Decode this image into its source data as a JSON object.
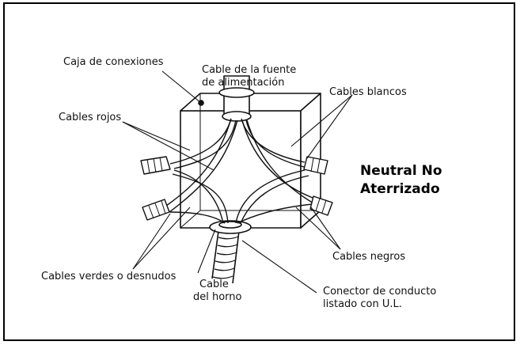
{
  "title": {
    "line1": "Neutral No",
    "line2": "Aterrizado"
  },
  "labels": {
    "junction_box": "Caja de conexiones",
    "supply_cable_line1": "Cable de la fuente",
    "supply_cable_line2": "de alimentación",
    "white_wires": "Cables blancos",
    "red_wires": "Cables rojos",
    "black_wires": "Cables negros",
    "green_bare_wires": "Cables verdes o desnudos",
    "oven_cable_line1": "Cable",
    "oven_cable_line2": "del horno",
    "conduit_connector_line1": "Conector de conducto",
    "conduit_connector_line2": "listado con U.L."
  },
  "colors": {
    "line": "#111111",
    "background": "#ffffff"
  }
}
